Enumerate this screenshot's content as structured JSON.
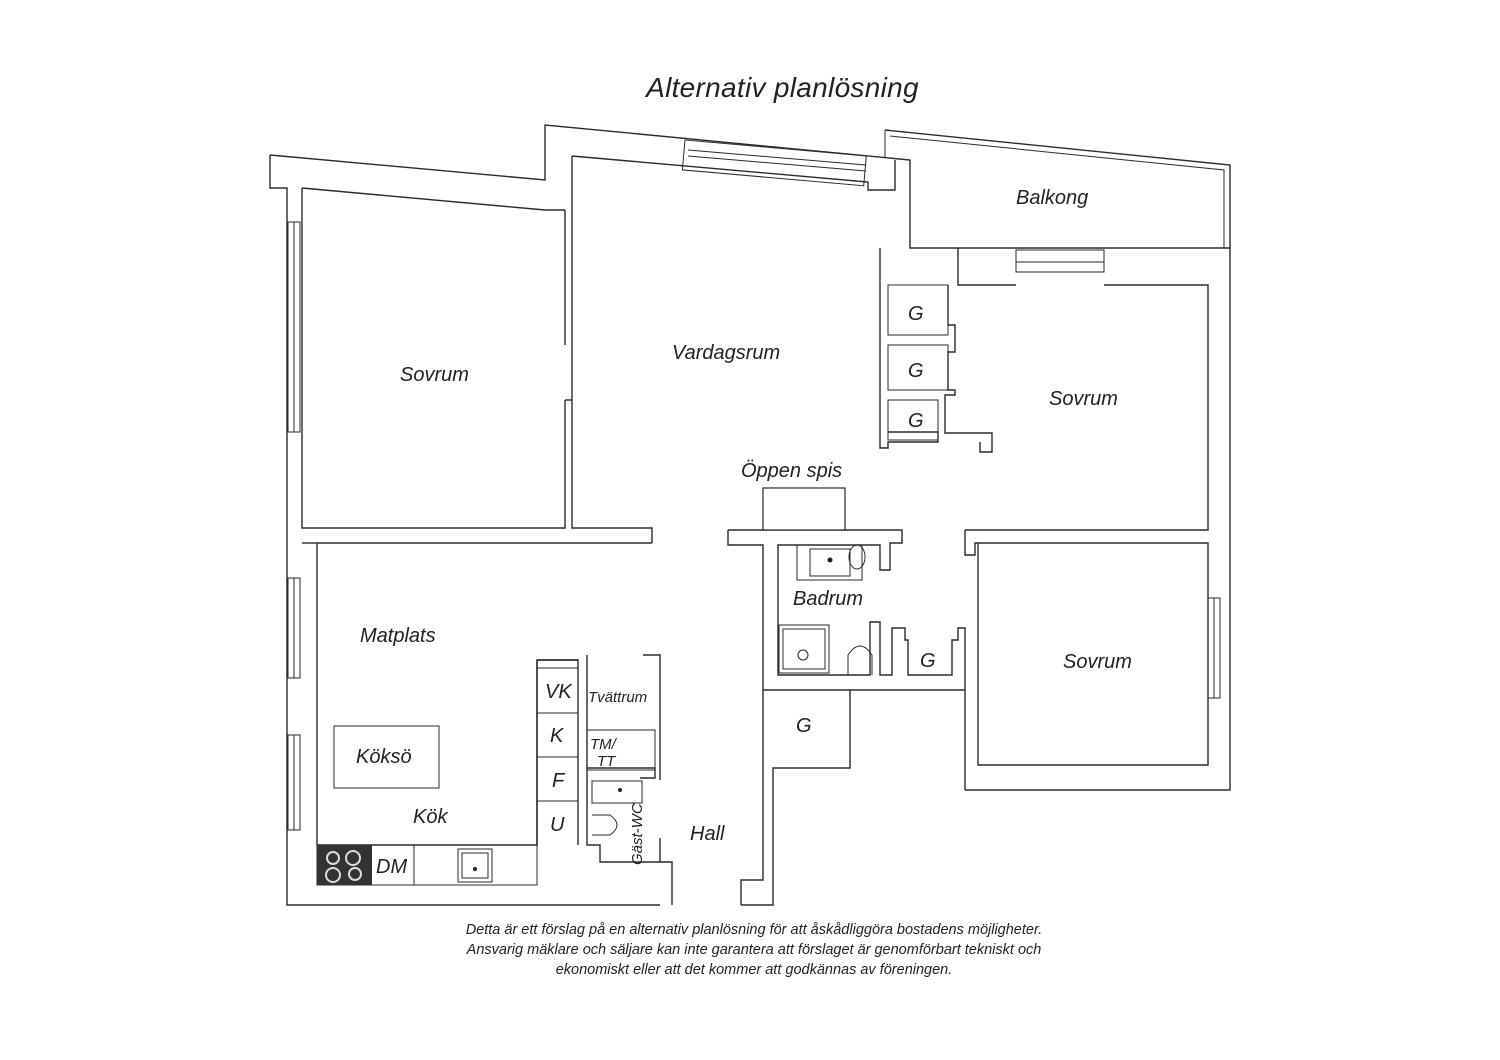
{
  "title": "Alternativ planlösning",
  "rooms": {
    "sovrum_1": "Sovrum",
    "vardagsrum": "Vardagsrum",
    "balkong": "Balkong",
    "sovrum_2": "Sovrum",
    "sovrum_3": "Sovrum",
    "oppen_spis": "Öppen spis",
    "badrum": "Badrum",
    "matplats": "Matplats",
    "koksö": "Köksö",
    "kok": "Kök",
    "hall": "Hall",
    "tvattrum": "Tvättrum",
    "gast_wc": "Gäst-WC"
  },
  "closets": {
    "g1": "G",
    "g2": "G",
    "g3": "G",
    "g_bath": "G",
    "g_hall": "G"
  },
  "appliances": {
    "vk": "VK",
    "k": "K",
    "f": "F",
    "u": "U",
    "dm": "DM",
    "tm_tt_line1": "TM/",
    "tm_tt_line2": "TT"
  },
  "disclaimer": {
    "line1": "Detta är ett förslag på en alternativ planlösning för att åskådliggöra bostadens möjligheter.",
    "line2": "Ansvarig mäklare och säljare kan inte garantera att förslaget är genomförbart tekniskt och",
    "line3": "ekonomiskt eller att det kommer att godkännas av föreningen."
  }
}
